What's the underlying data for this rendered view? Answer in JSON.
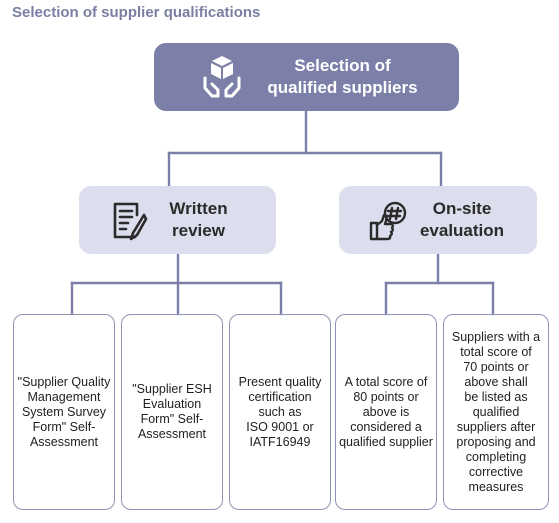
{
  "title": "Selection of supplier qualifications",
  "root": {
    "lines": [
      "Selection of",
      "qualified suppliers"
    ],
    "icon": "hands-box-icon"
  },
  "branches": [
    {
      "lines": [
        "Written",
        "review"
      ],
      "icon": "document-pen-icon"
    },
    {
      "lines": [
        "On-site",
        "evaluation"
      ],
      "icon": "thumbs-up-hashtag-icon"
    }
  ],
  "leaves": [
    {
      "lines": [
        "\"Supplier Quality",
        "Management",
        "System Survey",
        "Form\" Self-",
        "Assessment"
      ]
    },
    {
      "lines": [
        "\"Supplier ESH",
        "Evaluation",
        "Form\" Self-",
        "Assessment"
      ]
    },
    {
      "lines": [
        "Present quality",
        "certification",
        "such as",
        "ISO 9001 or",
        "IATF16949"
      ]
    },
    {
      "lines": [
        "A total score of",
        "80 points or",
        "above is",
        "considered a",
        "qualified supplier"
      ]
    },
    {
      "lines": [
        "Suppliers with a",
        "total score of",
        "70 points or",
        "above shall",
        "be listed as",
        "qualified",
        "suppliers after",
        "proposing and",
        "completing",
        "corrective",
        "measures"
      ]
    }
  ],
  "colors": {
    "primary": "#7c80a8",
    "light": "#dcdded",
    "connector": "#7c80a8",
    "title": "#7a7fa3"
  }
}
